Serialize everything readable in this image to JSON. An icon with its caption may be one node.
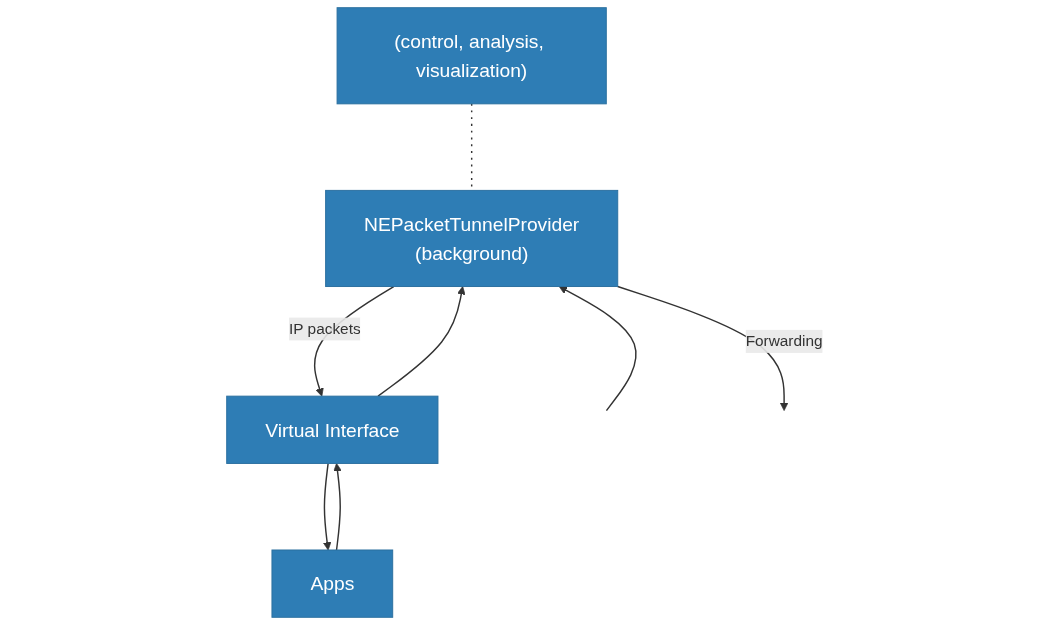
{
  "diagram": {
    "nodes": [
      {
        "text": [
          "(control, analysis, visualization)"
        ]
      },
      {
        "text": [
          "Apps"
        ]
      },
      {
        "text": [
          "NEPacketTunnelProvider",
          "(background)"
        ]
      },
      {
        "text": [
          "Virtual Interface"
        ]
      }
    ],
    "edges": [
      {
        "from": 0,
        "to": 2,
        "arrow": "none",
        "style": "dashed"
      },
      {
        "from": 3,
        "to": 1,
        "arrow": "to"
      },
      {
        "from": 1,
        "to": 3,
        "arrow": "to"
      },
      {
        "from": 3,
        "to": 2,
        "arrow": "to"
      },
      {
        "from": 2,
        "to": 3,
        "arrow": "to",
        "label": "IP packets"
      },
      {
        "from": null,
        "to": 2,
        "arrow": "to"
      },
      {
        "from": 2,
        "to": null,
        "arrow": "to",
        "label": "Forwarding"
      }
    ]
  }
}
